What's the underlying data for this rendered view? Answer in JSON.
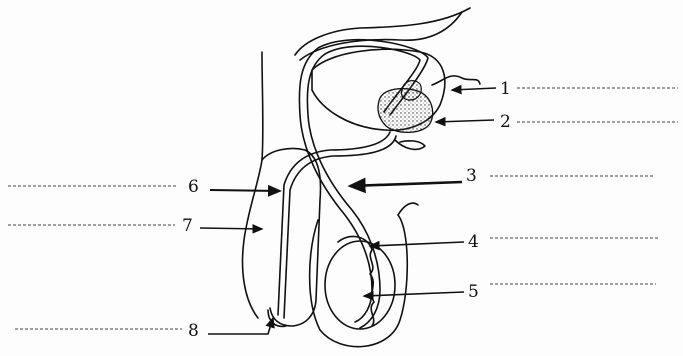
{
  "diagram": {
    "labels": [
      {
        "id": "label-1",
        "text": "1"
      },
      {
        "id": "label-2",
        "text": "2"
      },
      {
        "id": "label-3",
        "text": "3"
      },
      {
        "id": "label-4",
        "text": "4"
      },
      {
        "id": "label-5",
        "text": "5"
      },
      {
        "id": "label-6",
        "text": "6"
      },
      {
        "id": "label-7",
        "text": "7"
      },
      {
        "id": "label-8",
        "text": "8"
      }
    ],
    "colors": {
      "ink": "#111111",
      "answer_line": "#444444",
      "background": "#fdfdfd"
    }
  }
}
